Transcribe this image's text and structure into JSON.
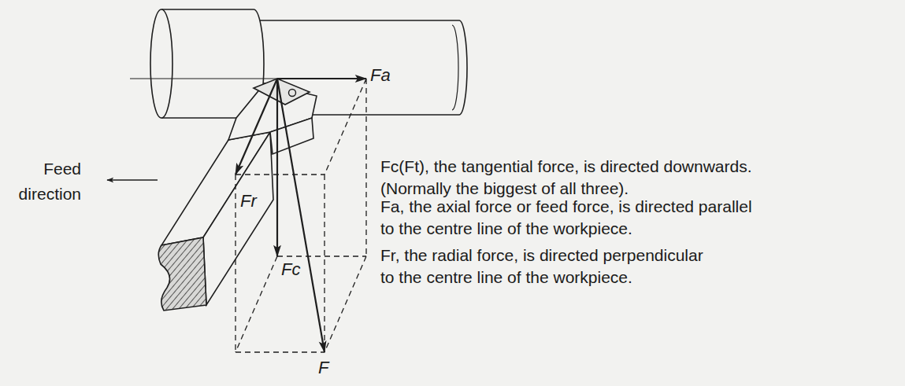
{
  "diagram": {
    "labels": [
      "Feed direction",
      "Fa",
      "Fr",
      "Fc",
      "F",
      "Fc(Ft), the tangential force, is directed downwards. (Normally the biggest of all three).",
      "Fa, the axial force or feed force, is directed parallel to the centre line of the workpiece.",
      "Fr, the radial force, is directed perpendicular to the centre line of the workpiece."
    ]
  }
}
